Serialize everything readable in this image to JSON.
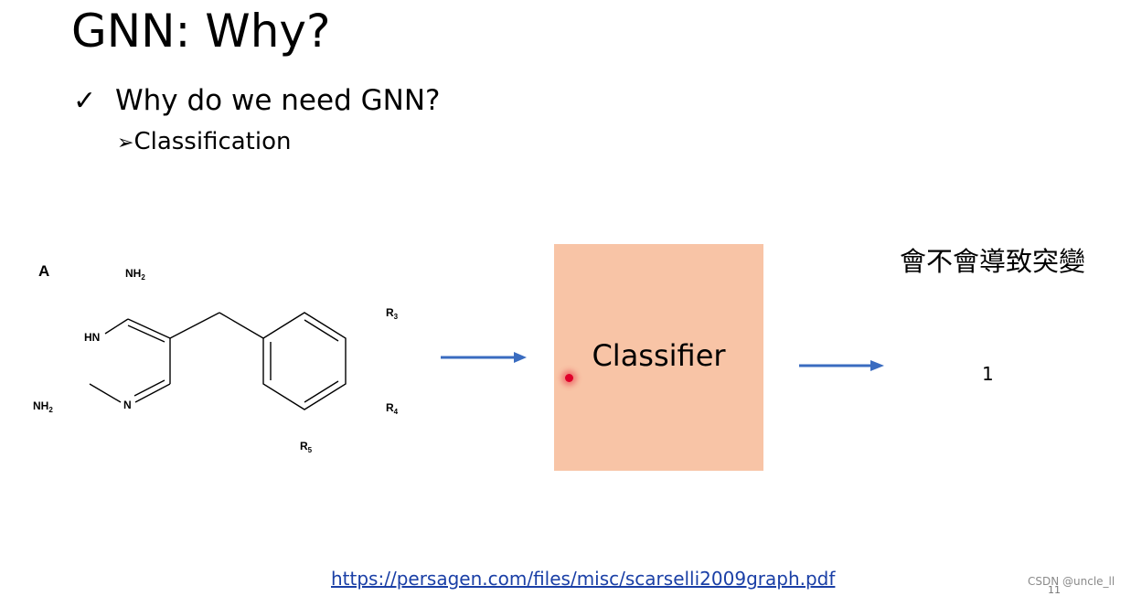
{
  "slide": {
    "title": "GNN: Why?",
    "bullet_mark": "✓",
    "bullet_text": "Why do we need GNN?",
    "sub_bullet_mark": "➢",
    "sub_bullet_text": "Classification"
  },
  "molecule": {
    "panel_label": "A",
    "labels": {
      "nh2_top": "NH",
      "nh2_top_sub": "2",
      "hn": "HN",
      "nh2_left": "NH",
      "nh2_left_sub": "2",
      "n": "N",
      "r3": "R",
      "r3_sub": "3",
      "r4": "R",
      "r4_sub": "4",
      "r5": "R",
      "r5_sub": "5"
    }
  },
  "classifier": {
    "label": "Classifier",
    "color": "#f8c4a6"
  },
  "output": {
    "question": "會不會導致突變",
    "value": "1"
  },
  "arrow_color": "#3a6cc0",
  "source_link": "https://persagen.com/files/misc/scarselli2009graph.pdf",
  "watermark": "CSDN @uncle_ll",
  "page_number": "11"
}
